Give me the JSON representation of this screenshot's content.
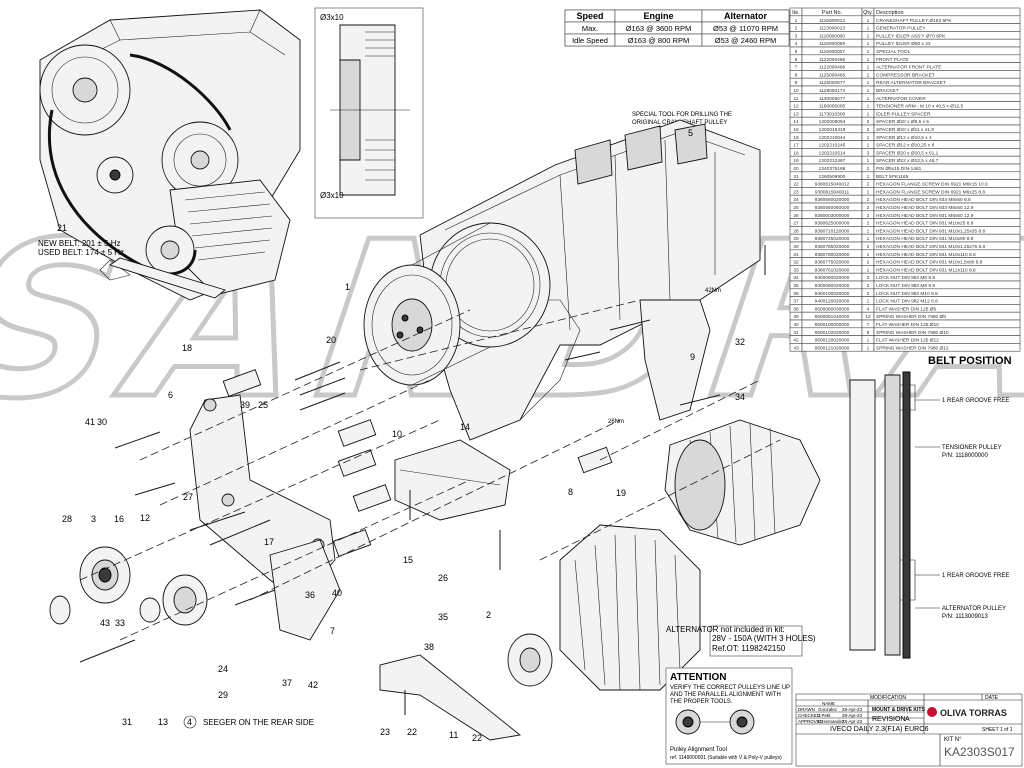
{
  "speed_table": {
    "headers": [
      "Speed",
      "Engine",
      "Alternator"
    ],
    "rows": [
      [
        "Max.",
        "Ø163 @ 3600 RPM",
        "Ø53 @ 11070 RPM"
      ],
      [
        "Idle Speed",
        "Ø163 @ 800 RPM",
        "Ø53 @ 2460 RPM"
      ]
    ]
  },
  "parts_table": {
    "headers": [
      "Ite.",
      "Part No.",
      "Qty.",
      "Description"
    ],
    "rows": [
      [
        "1",
        "1115009013",
        "1",
        "CRANKSHAFT PULLEY Ø163 5PK"
      ],
      [
        "2",
        "1113009013",
        "1",
        "GENERATOR PULLEY"
      ],
      [
        "3",
        "1118000000",
        "1",
        "PULLEY IDLER ASS'Y Ø70 6PK"
      ],
      [
        "4",
        "1118000069",
        "1",
        "PULLEY IDLER Ø60 x 23"
      ],
      [
        "5",
        "1119000007",
        "1",
        "SPECIAL TOOL"
      ],
      [
        "6",
        "1122000465",
        "1",
        "FRONT PLATE"
      ],
      [
        "7",
        "1122000466",
        "1",
        "ALTERNATOR FRONT PLATE"
      ],
      [
        "8",
        "1125000465",
        "1",
        "COMPRESSOR BRACKET"
      ],
      [
        "9",
        "1126000577",
        "1",
        "REAR ALTERNATOR BRACKET"
      ],
      [
        "10",
        "1128000174",
        "1",
        "BRACKET"
      ],
      [
        "11",
        "1130005077",
        "1",
        "ALTERNATOR COVER"
      ],
      [
        "12",
        "1160005005",
        "1",
        "TENSIONER ARM - M 10 x 40,5 x Ø12,5"
      ],
      [
        "13",
        "1173010300",
        "1",
        "IDLER PULLEY SPACER"
      ],
      [
        "14",
        "1202008054",
        "2",
        "SPACER Ø20 x Ø8,5 x 5"
      ],
      [
        "15",
        "1202016419",
        "2",
        "SPACER Ø20 x Ø11 x 41,9"
      ],
      [
        "16",
        "1202210044",
        "1",
        "SPACER Ø12 x Ø10,5 x 4"
      ],
      [
        "17",
        "1202210245",
        "1",
        "SPACER Ø12 x Ø10,25 x 8"
      ],
      [
        "18",
        "1202210514",
        "3",
        "SPACER Ø20 x Ø10,5 x 51,1"
      ],
      [
        "19",
        "1202212467",
        "1",
        "SPACER Ø22 x Ø12,5 x 46,7"
      ],
      [
        "20",
        "1240375168",
        "2",
        "PIN Ø5x15 DIN-1481"
      ],
      [
        "21",
        "1260509900",
        "1",
        "BELT 5PK1165"
      ],
      [
        "22",
        "9380615040012",
        "2",
        "HEXAGON FLANGE SCREW DIN 6921 M6x15 10.9"
      ],
      [
        "23",
        "9380615040011",
        "1",
        "HEXAGON FLANGE SCREW DIN 6921 M6x25 8.8"
      ],
      [
        "24",
        "9380560020000",
        "2",
        "HEXAGON HEAD BOLT DIN 933 M8x50 8.8"
      ],
      [
        "25",
        "9380560060000",
        "2",
        "HEXAGON HEAD BOLT DIN 933 M8x50 12.9"
      ],
      [
        "26",
        "9380603000000",
        "2",
        "HEXAGON HEAD BOLT DIN 931 M8x60 12.9"
      ],
      [
        "27",
        "9380625000000",
        "2",
        "HEXAGON HEAD BOLT DIN 931 M10x25 8.8"
      ],
      [
        "28",
        "9380710120000",
        "1",
        "HEXAGON HEAD BOLT DIN 931 M10x1,25x35 8.8"
      ],
      [
        "29",
        "9380725020000",
        "1",
        "HEXAGON HEAD BOLT DIN 931 M10x90 8.8"
      ],
      [
        "30",
        "9380765020000",
        "2",
        "HEXAGON HEAD BOLT DIN 931 M10x1,25x75 8.8"
      ],
      [
        "31",
        "9380780020000",
        "1",
        "HEXAGON HEAD BOLT DIN 931 M10x110 8.8"
      ],
      [
        "32",
        "9380775020000",
        "2",
        "HEXAGON HEAD BOLT DIN 931 M10x1,5x80 8.8"
      ],
      [
        "33",
        "9380761020000",
        "1",
        "HEXAGON HEAD BOLT DIN 931 M12x110 8.8"
      ],
      [
        "34",
        "9400060020000",
        "3",
        "LOCK NUT DIN 982 M6 8.8"
      ],
      [
        "35",
        "9400080020000",
        "2",
        "LOCK NUT DIN 982 M8 8.8"
      ],
      [
        "36",
        "9400100020000",
        "2",
        "LOCK NUT DIN 982 M10 8.8"
      ],
      [
        "37",
        "9400120020000",
        "1",
        "LOCK NUT DIN 982 M12 8.8"
      ],
      [
        "38",
        "9500060030000",
        "4",
        "FLAT WASHER DIN 125 Ø6"
      ],
      [
        "39",
        "9500081040000",
        "12",
        "SPRING WASHER DIN 7980 Ø8"
      ],
      [
        "40",
        "9500100000000",
        "7",
        "FLAT WASHER DIN 125 Ø10"
      ],
      [
        "41",
        "9500102020000",
        "8",
        "SPRING WASHER DIN 7980 Ø10"
      ],
      [
        "42",
        "9500120020000",
        "1",
        "FLAT WASHER DIN 125 Ø12"
      ],
      [
        "43",
        "9500121020000",
        "1",
        "SPRING WASHER DIN 7980 Ø12"
      ]
    ]
  },
  "annotations": {
    "belt_tension": [
      "NEW BELT: 201 ± 5 Hz",
      "USED BELT: 174 ± 5 Hz"
    ],
    "special_tool": [
      "SPECIAL TOOL FOR DRILLING THE",
      "ORIGINAL CRANKSHAFT PULLEY"
    ],
    "dim_top": "Ø3x10",
    "dim_bottom": "Ø3x10",
    "torque_26": "26Nm",
    "torque_42": "42Nm",
    "seeger": "SEEGER ON THE REAR SIDE",
    "alternator_note": [
      "ALTERNATOR not included in kit:",
      "28V - 150A (WITH 3 HOLES)",
      "Ref.OT: 1198242150"
    ]
  },
  "belt_position": {
    "title": "BELT POSITION",
    "labels": [
      "1 REAR GROOVE FREE",
      "TENSIONER PULLEY",
      "P/N: 1118000000",
      "1 REAR GROOVE FREE",
      "ALTERNATOR PULLEY",
      "P/N: 1113009013"
    ]
  },
  "attention": {
    "title": "ATTENTION",
    "text": [
      "VERIFY THE CORRECT PULLEYS LINE UP",
      "AND THE PARALLEL ALIGNMENT WITH",
      "THE PROPER TOOLS."
    ],
    "tool_label": [
      "Pulley Alignment Tool",
      "ref. 1149000001 (Suitable with V & Poly-V pulleys)"
    ]
  },
  "title_block": {
    "company": "OLIVA TORRAS",
    "category": "MOUNT & DRIVE KITS",
    "modification_header": "MODIFICATION",
    "date_header": "DATE",
    "name_header": "NAME",
    "rows": [
      [
        "DRAWN",
        "Gonzalez",
        "28-Apr-23"
      ],
      [
        "CHECKED",
        "J.Petit",
        "28-Apr-23"
      ],
      [
        "APPROVED",
        "E.Hernandez",
        "28-Apr-23"
      ]
    ],
    "revision_label": "REVISION",
    "revision": "A",
    "model": "IVECO DAILY 2.3(F1A) EURO6",
    "kit_label": "KIT N°",
    "kit_number": "KA2303S017",
    "sheet": "SHEET 1 of 1"
  },
  "callouts": [
    "1",
    "2",
    "3",
    "4",
    "5",
    "6",
    "7",
    "8",
    "9",
    "10",
    "11",
    "12",
    "13",
    "14",
    "15",
    "16",
    "17",
    "18",
    "19",
    "20",
    "21",
    "22",
    "23",
    "24",
    "25",
    "26",
    "27",
    "28",
    "29",
    "30",
    "31",
    "32",
    "33",
    "34",
    "35",
    "36",
    "37",
    "38",
    "39",
    "40",
    "41",
    "42",
    "43"
  ],
  "watermark": "SANDRA"
}
